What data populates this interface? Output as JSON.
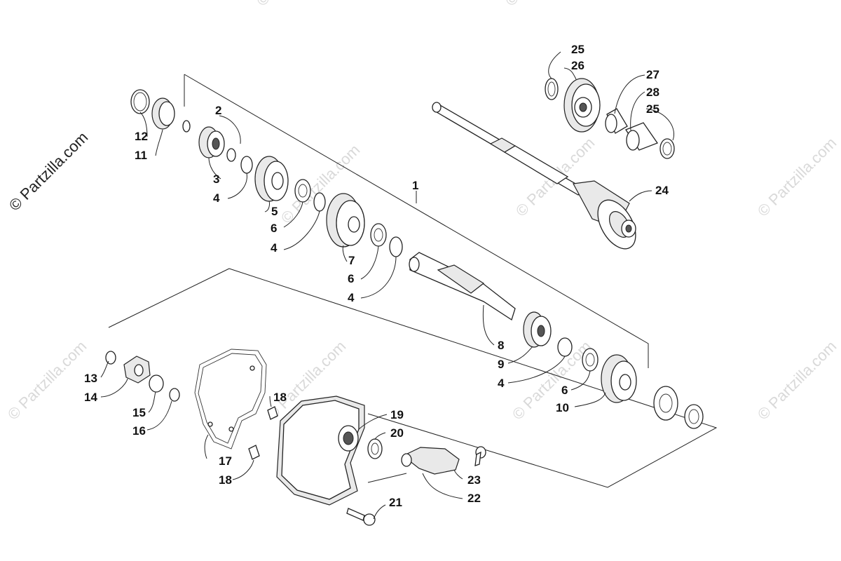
{
  "watermark": {
    "main_text": "© Partzilla.com",
    "repeat_text": "© Partzilla.com"
  },
  "callouts": {
    "c1": "1",
    "c2": "2",
    "c3": "3",
    "c4a": "4",
    "c4b": "4",
    "c4c": "4",
    "c4d": "4",
    "c5": "5",
    "c6a": "6",
    "c6b": "6",
    "c6c": "6",
    "c7": "7",
    "c8": "8",
    "c9": "9",
    "c10": "10",
    "c11": "11",
    "c12": "12",
    "c13": "13",
    "c14": "14",
    "c15": "15",
    "c16": "16",
    "c17": "17",
    "c18a": "18",
    "c18b": "18",
    "c19": "19",
    "c20": "20",
    "c21": "21",
    "c22": "22",
    "c23": "23",
    "c24": "24",
    "c25a": "25",
    "c25b": "25",
    "c26": "26",
    "c27": "27",
    "c28": "28"
  }
}
